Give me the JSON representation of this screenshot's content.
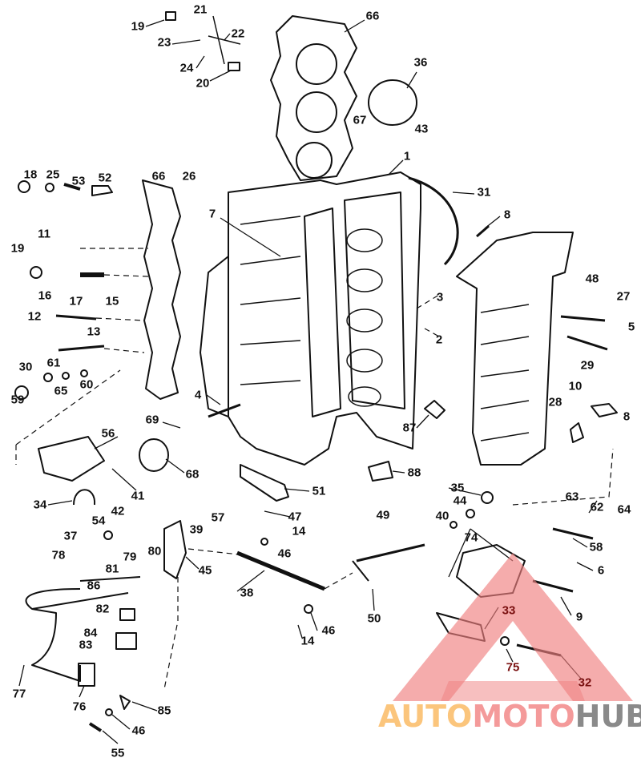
{
  "diagram": {
    "title_visible": false,
    "callouts": [
      "19",
      "21",
      "22",
      "23",
      "24",
      "20",
      "66",
      "36",
      "67",
      "43",
      "1",
      "31",
      "8",
      "7",
      "18",
      "25",
      "53",
      "52",
      "66",
      "26",
      "11",
      "19",
      "16",
      "17",
      "15",
      "12",
      "13",
      "30",
      "61",
      "65",
      "60",
      "59",
      "3",
      "2",
      "48",
      "27",
      "5",
      "29",
      "10",
      "28",
      "8",
      "4",
      "69",
      "87",
      "56",
      "68",
      "88",
      "41",
      "51",
      "34",
      "35",
      "44",
      "63",
      "62",
      "64",
      "57",
      "47",
      "42",
      "40",
      "49",
      "54",
      "39",
      "14",
      "37",
      "74",
      "58",
      "80",
      "78",
      "79",
      "46",
      "81",
      "45",
      "6",
      "86",
      "38",
      "33",
      "9",
      "50",
      "82",
      "46",
      "14",
      "84",
      "83",
      "75",
      "32",
      "77",
      "76",
      "85",
      "46",
      "55"
    ]
  },
  "watermark": {
    "part1": "AUTO",
    "part2": "MOTO",
    "part3": "HUB",
    "colors": {
      "auto": "#fbc57c",
      "moto": "#f49a9a",
      "hub": "#8a8a8a",
      "triangle": "#f08080"
    }
  }
}
